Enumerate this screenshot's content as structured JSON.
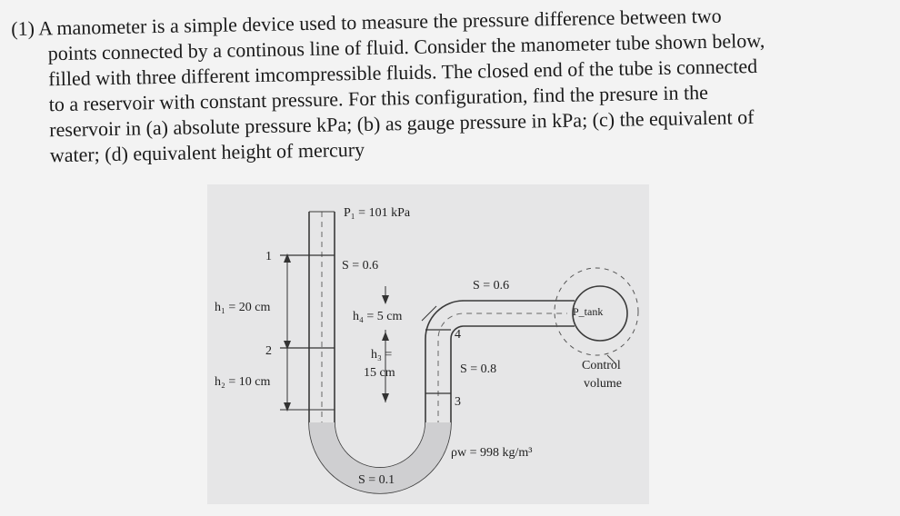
{
  "question": {
    "lines": [
      "(1) A manometer is a simple device used to measure the pressure difference between two",
      "points connected by a continous line of fluid. Consider the manometer tube shown below,",
      "filled with three different imcompressible fluids. The closed end of the tube is connected",
      "to a reservoir with constant pressure. For this configuration, find the presure in the",
      "reservoir in (a) absolute pressure kPa; (b) as gauge pressure in kPa; (c) the equivalent of",
      "water; (d) equivalent height of mercury"
    ]
  },
  "figure": {
    "labels": {
      "p1": "P₁ = 101 kPa",
      "s_left": "S = 0.6",
      "s_right": "S = 0.6",
      "p_tank": "P_tank",
      "h1": "h₁ = 20 cm",
      "h4": "h₄ = 5 cm",
      "h3_top": "h₃ =",
      "h3_bottom": "15 cm",
      "h2": "h₂ = 10 cm",
      "s_mid": "S = 0.8",
      "control": "Control",
      "volume": "volume",
      "rho_w": "ρw = 998 kg/m³",
      "s_bottom": "S = 0.1",
      "pt1": "1",
      "pt2": "2",
      "pt3": "3",
      "pt4": "4"
    }
  }
}
